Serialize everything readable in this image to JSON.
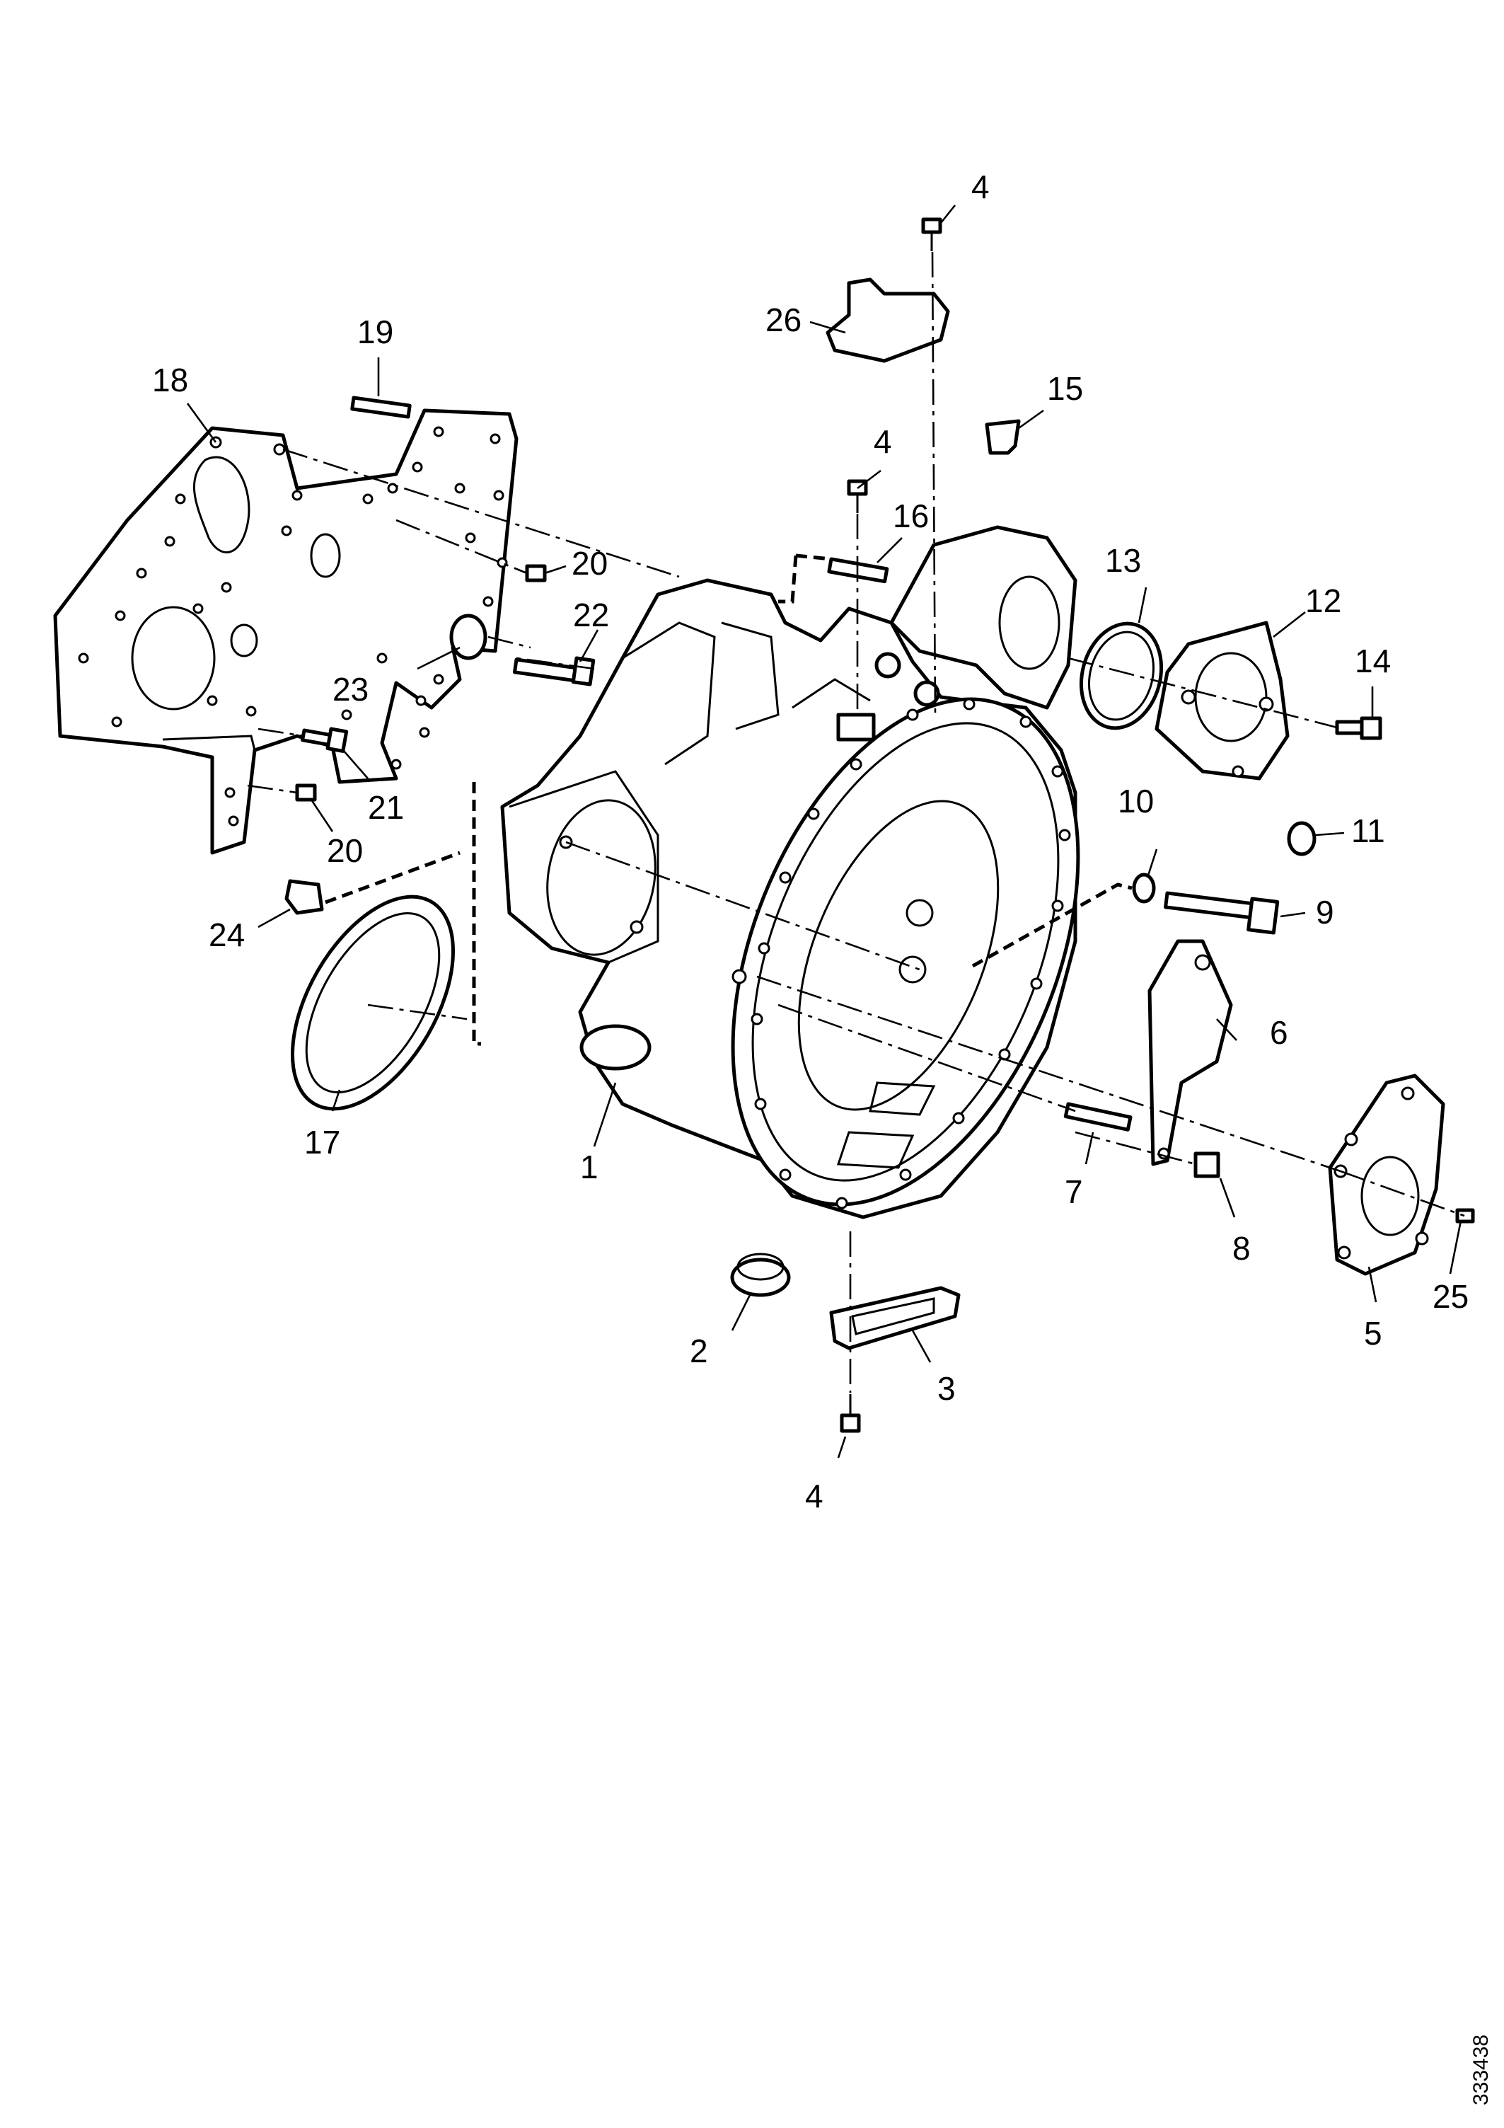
{
  "diagram": {
    "labels": [
      "1",
      "2",
      "3",
      "4",
      "5",
      "6",
      "7",
      "8",
      "9",
      "10",
      "11",
      "12",
      "13",
      "14",
      "15",
      "16",
      "17",
      "18",
      "19",
      "20",
      "21",
      "22",
      "23",
      "24",
      "25",
      "26"
    ],
    "document_number": "333438"
  }
}
